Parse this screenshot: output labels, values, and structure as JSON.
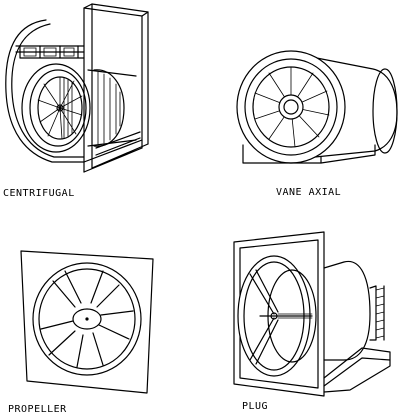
{
  "labels": {
    "centrifugal": "CENTRIFUGAL",
    "vane_axial": "VANE AXIAL",
    "propeller": "PROPELLER",
    "plug": "PLUG"
  },
  "colors": {
    "line": "#000000",
    "background": "#ffffff"
  }
}
